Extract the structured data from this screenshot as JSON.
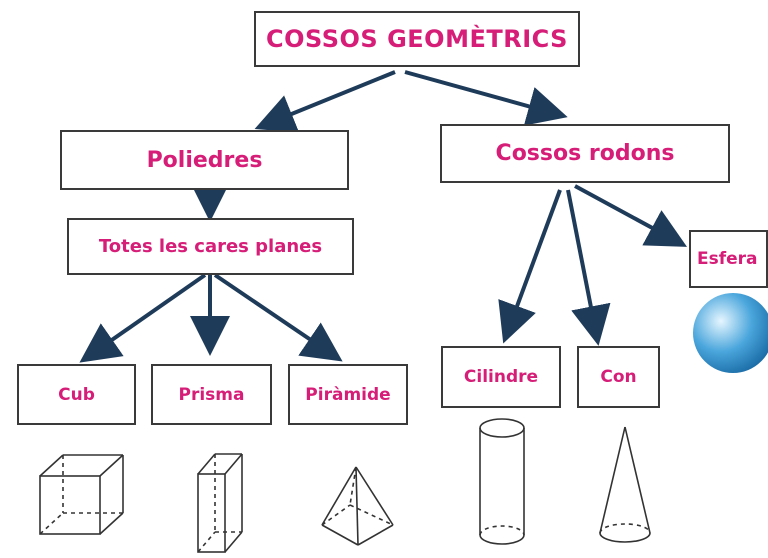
{
  "title": "COSSOS GEOMÈTRICS",
  "branches": {
    "polyhedra": {
      "label": "Poliedres",
      "property": "Totes les cares planes",
      "shapes": [
        "Cub",
        "Prisma",
        "Piràmide"
      ]
    },
    "round": {
      "label": "Cossos rodons",
      "shapes": [
        "Cilindre",
        "Con",
        "Esfera"
      ]
    }
  },
  "colors": {
    "text": "#d61d78",
    "box_border": "#3a3a3a",
    "arrow": "#1f3b5a",
    "sphere": "#3aa0d8"
  },
  "icons": [
    "cube-icon",
    "prism-icon",
    "pyramid-icon",
    "cylinder-icon",
    "cone-icon",
    "sphere-icon"
  ]
}
